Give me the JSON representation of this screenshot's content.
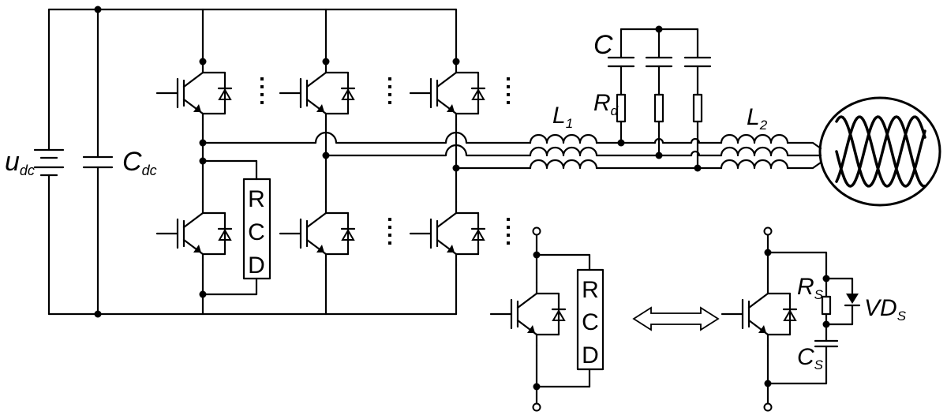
{
  "labels": {
    "udc": "u",
    "udc_sub": "dc",
    "cdc": "C",
    "cdc_sub": "dc",
    "c_filter": "C",
    "rd": "R",
    "rd_sub": "d",
    "l1": "L",
    "l1_sub": "1",
    "l2": "L",
    "l2_sub": "2",
    "rs": "R",
    "rs_sub": "S",
    "cs": "C",
    "cs_sub": "S",
    "vds": "VD",
    "vds_sub": "S"
  },
  "rcd_letters": [
    "R",
    "C",
    "D"
  ]
}
